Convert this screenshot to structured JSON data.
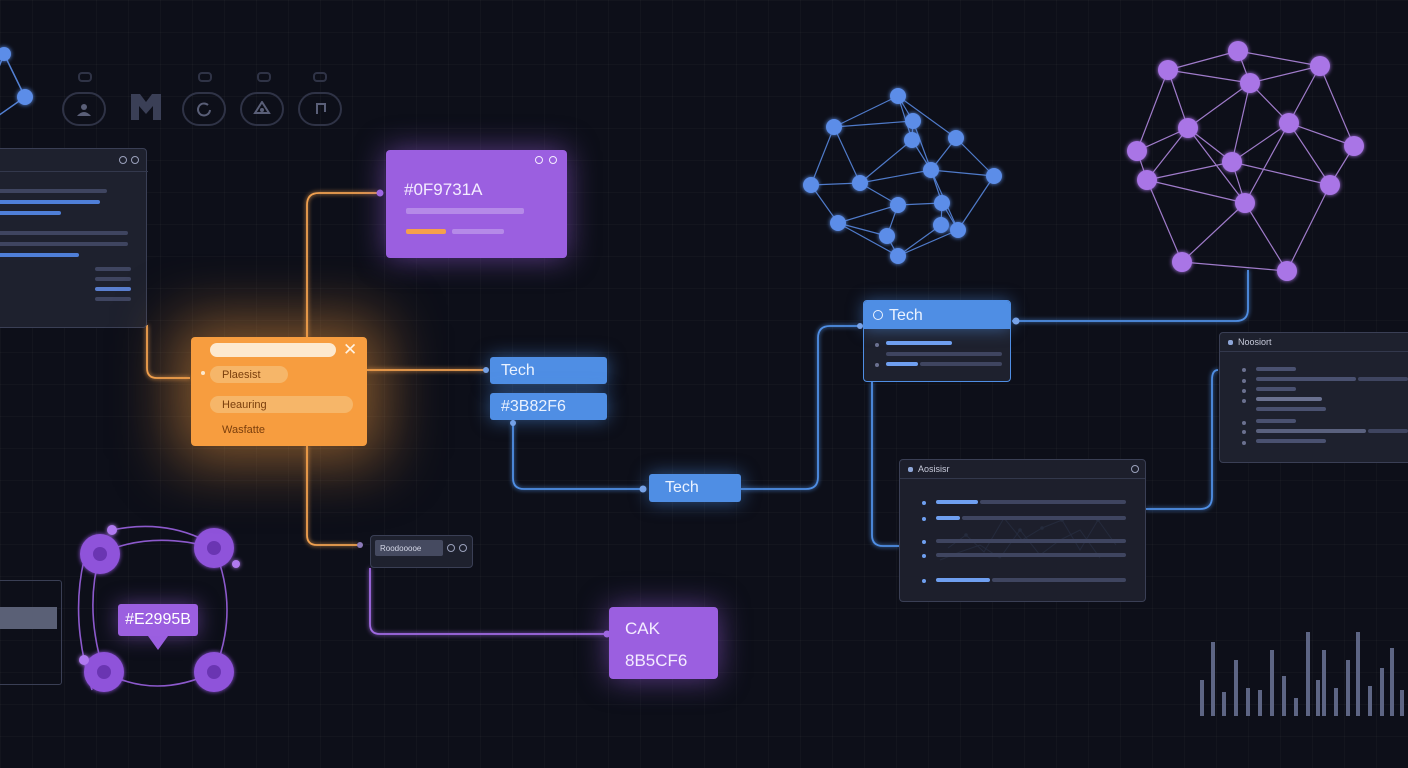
{
  "toolbar": {
    "icons": [
      "user-avatar-icon",
      "merge-icon",
      "refresh-icon",
      "mask-icon",
      "music-icon"
    ]
  },
  "nodes": {
    "purple_top": {
      "title": "#0F9731A"
    },
    "orange_menu": {
      "close_glyph": "✕",
      "items": [
        "Plaesist",
        "Heauring",
        "Wasfatte"
      ]
    },
    "tech_label": "Tech",
    "hex_blue": "#3B82F6",
    "tech_lower": "Tech",
    "small_panel_label": "Roodooooe",
    "cak_card": {
      "line1": "CAK",
      "line2": "8B5CF6"
    },
    "hex_purple": "#E2995B",
    "tech_header": {
      "label": "Tech"
    },
    "analytics_panel": {
      "title": "Aosisisr"
    },
    "right_panel": {
      "title": "Noosiort"
    }
  },
  "colors": {
    "background": "#0d0f19",
    "orange": "#f79d3f",
    "purple": "#9b5fe0",
    "blue": "#4f8ee4"
  }
}
